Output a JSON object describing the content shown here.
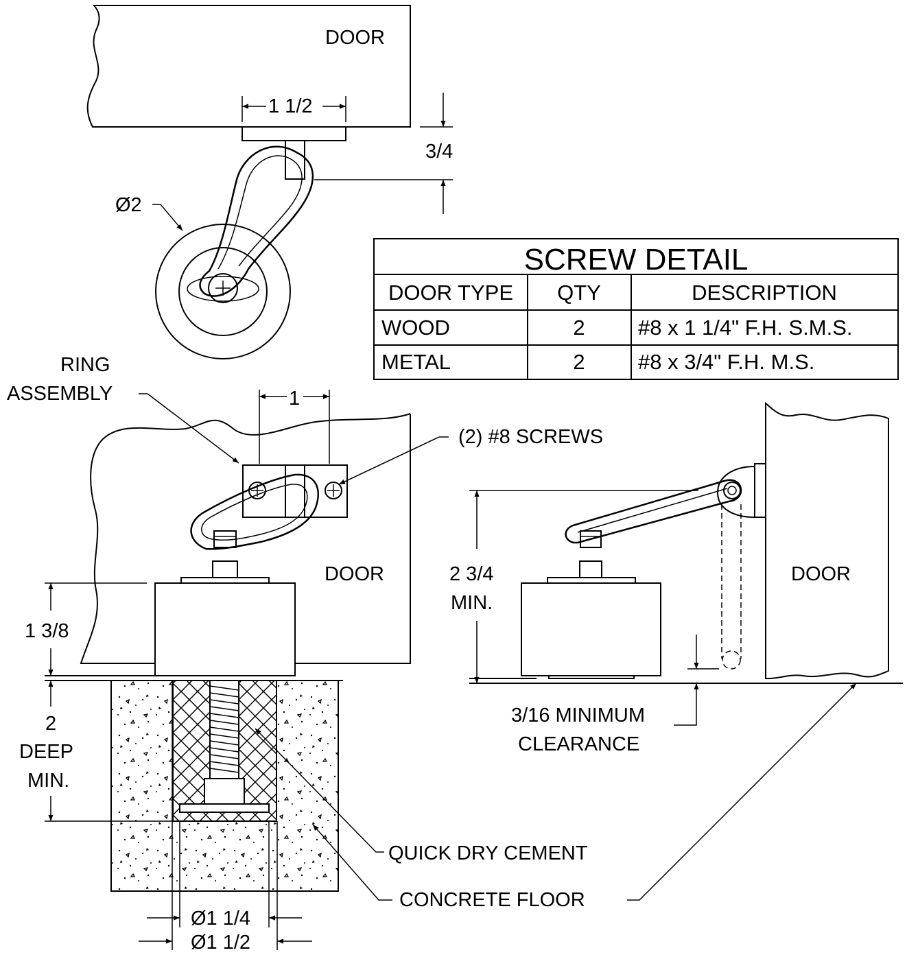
{
  "labels": {
    "door_top": "DOOR",
    "dim_1_1_2": "1 1/2",
    "dim_3_4": "3/4",
    "dim_dia2": "Ø2",
    "ring_assembly_1": "RING",
    "ring_assembly_2": "ASSEMBLY",
    "dim_1": "1",
    "screws": "(2) #8 SCREWS",
    "door_front": "DOOR",
    "dim_1_3_8": "1 3/8",
    "dim_2": "2",
    "deep": "DEEP",
    "min": "MIN.",
    "quick_dry_cement": "QUICK DRY CEMENT",
    "concrete_floor": "CONCRETE FLOOR",
    "dia_1_1_4": "Ø1 1/4",
    "dia_1_1_2": "Ø1 1/2",
    "door_side": "DOOR",
    "dim_2_3_4": "2 3/4",
    "min_side": "MIN.",
    "clearance_1": "3/16 MINIMUM",
    "clearance_2": "CLEARANCE"
  },
  "table": {
    "title": "SCREW DETAIL",
    "headers": [
      "DOOR TYPE",
      "QTY",
      "DESCRIPTION"
    ],
    "rows": [
      [
        "WOOD",
        "2",
        "#8 x 1 1/4\" F.H. S.M.S."
      ],
      [
        "METAL",
        "2",
        "#8 x 3/4\" F.H. M.S."
      ]
    ]
  }
}
